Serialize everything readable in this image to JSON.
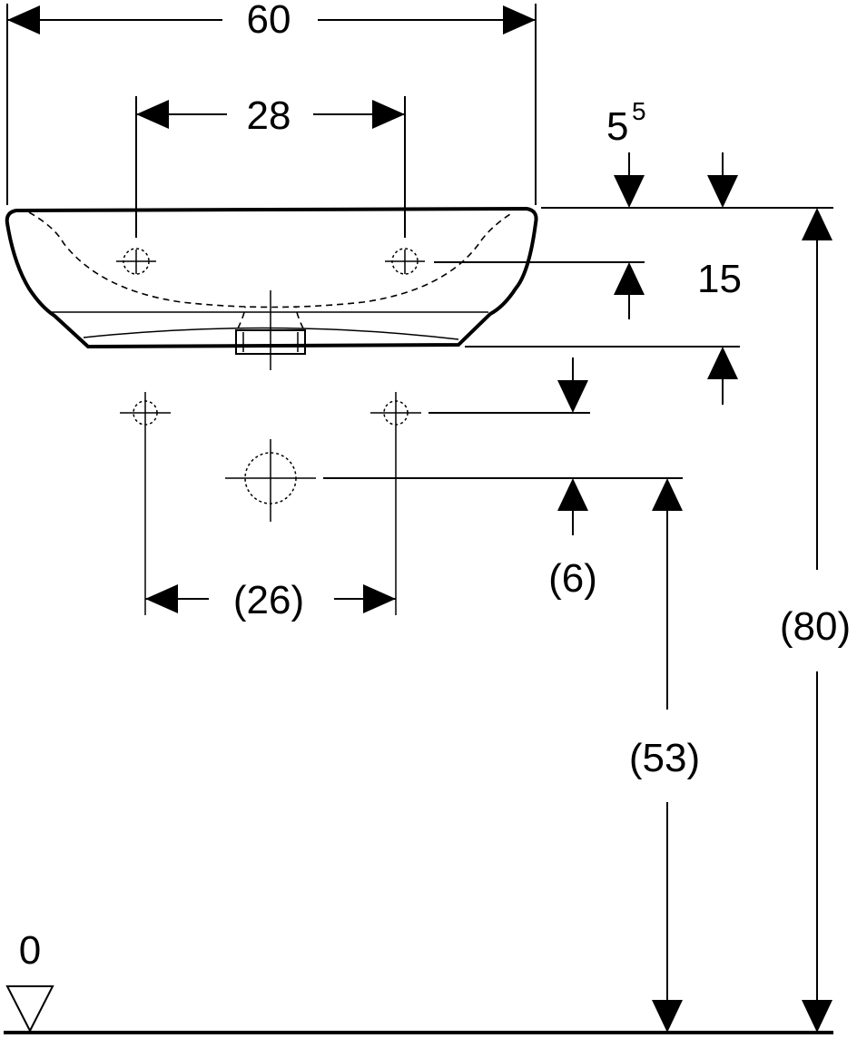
{
  "dimensions": {
    "overall_width": "60",
    "tap_hole_spacing": "28",
    "rim_thickness_base": "5",
    "rim_thickness_sup": "5",
    "tap_hole_drop": "15",
    "supply_spacing": "(26)",
    "waste_offset": "(6)",
    "waste_height": "(53)",
    "rim_height": "(80)",
    "floor_level": "0"
  }
}
